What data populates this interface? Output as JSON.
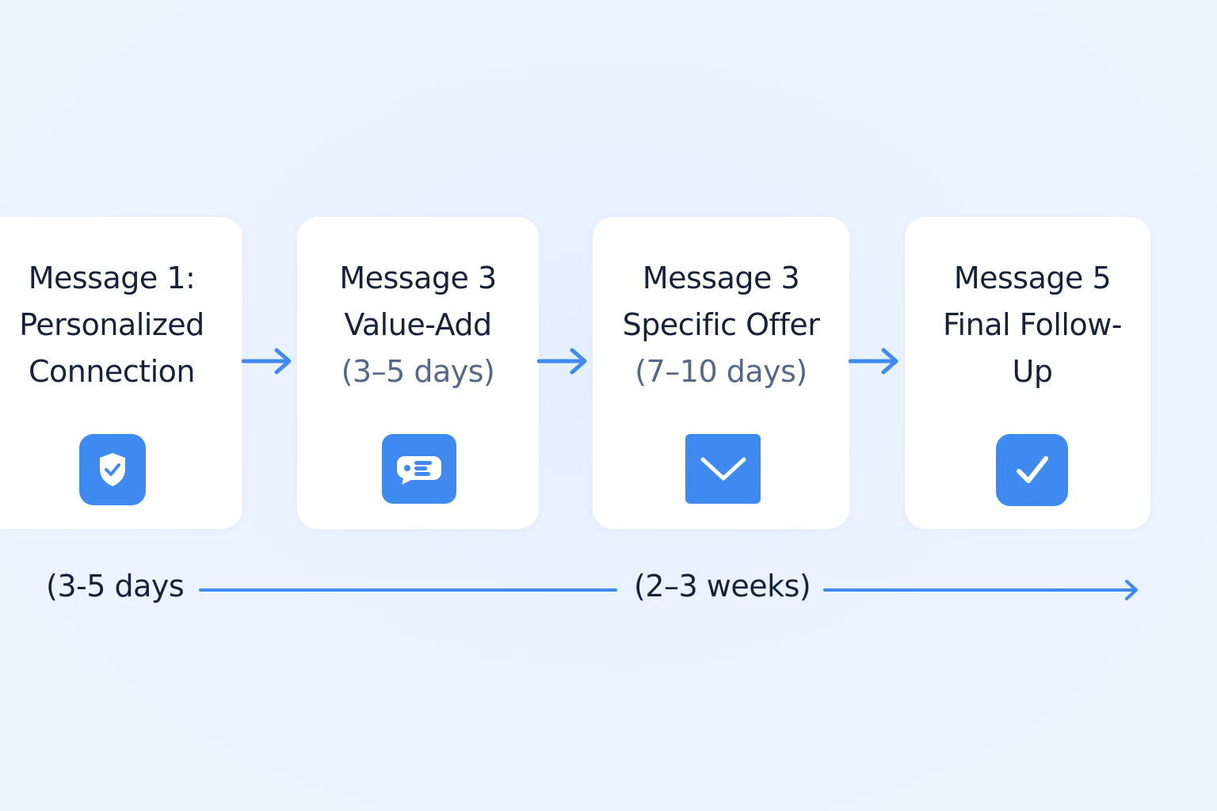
{
  "colors": {
    "background": "#eaf3fe",
    "card": "#ffffff",
    "accent": "#3f8af0",
    "text": "#16223a",
    "muted_text": "#54698a"
  },
  "steps": [
    {
      "title_lines": [
        "Message 1:",
        "Personalized",
        "Connection"
      ],
      "timing": "",
      "icon": "shield-check-icon"
    },
    {
      "title_lines": [
        "Message 3",
        "Value-Add"
      ],
      "timing": "(3–5 days)",
      "icon": "chat-bubble-icon"
    },
    {
      "title_lines": [
        "Message 3",
        "Specific Offer"
      ],
      "timing": "(7–10 days)",
      "icon": "chevron-down-icon"
    },
    {
      "title_lines": [
        "Message 5",
        "Final Follow-",
        "Up"
      ],
      "timing": "",
      "icon": "checkmark-icon"
    }
  ],
  "timeline": {
    "start_label": "(3-5 days",
    "middle_label": "(2–3 weeks)"
  }
}
